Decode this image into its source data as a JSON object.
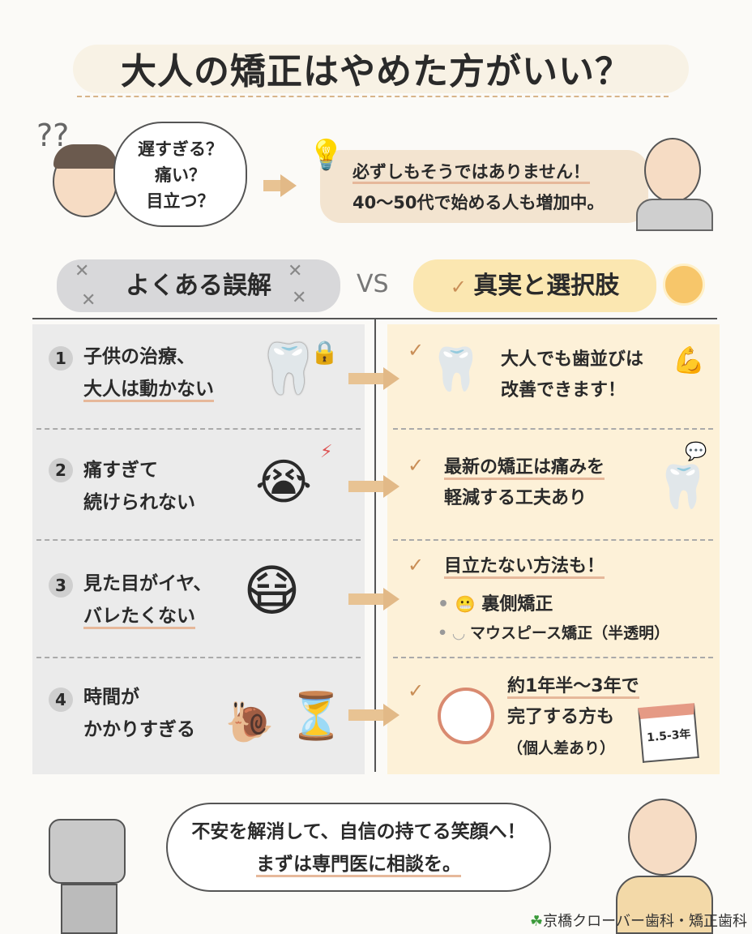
{
  "title": "大人の矯正はやめた方がいい？",
  "worry_bubble": [
    "遅すぎる？",
    "痛い？",
    "目立つ？"
  ],
  "answer": {
    "line1": "必ずしもそうではありません！",
    "line2": "40〜50代で始める人も増加中。"
  },
  "headers": {
    "myths": "よくある誤解",
    "vs": "VS",
    "truths": "真実と選択肢"
  },
  "rows": [
    {
      "num": "1",
      "myth": [
        "子供の治療、",
        "大人は動かない"
      ],
      "truth": [
        "大人でも歯並びは",
        "改善できます！"
      ]
    },
    {
      "num": "2",
      "myth": [
        "痛すぎて",
        "続けられない"
      ],
      "truth": [
        "最新の矯正は痛みを",
        "軽減する工夫あり"
      ]
    },
    {
      "num": "3",
      "myth": [
        "見た目がイヤ、",
        "バレたくない"
      ],
      "truth": [
        "目立たない方法も！"
      ],
      "options": [
        "裏側矯正",
        "マウスピース矯正（半透明）"
      ]
    },
    {
      "num": "4",
      "myth": [
        "時間が",
        "かかりすぎる"
      ],
      "truth": [
        "約1年半〜3年で",
        "完了する方も",
        "（個人差あり）"
      ],
      "calendar": "1.5-3年"
    }
  ],
  "closing": [
    "不安を解消して、自信の持てる笑顔へ！",
    "まずは専門医に相談を。"
  ],
  "brand": "京橋クローバー歯科・矯正歯科",
  "colors": {
    "accent": "#e6b89a",
    "myth_bg": "#ebebeb",
    "truth_bg": "#fdf1d8",
    "check": "#c98e57"
  }
}
